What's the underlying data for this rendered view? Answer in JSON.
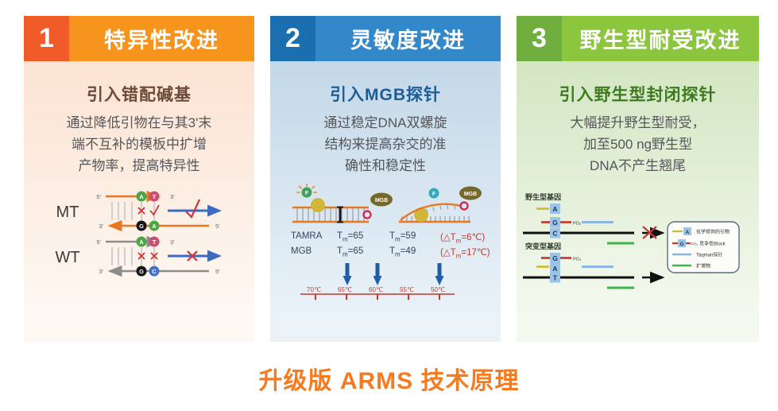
{
  "page": {
    "footer_title": "升级版 ARMS 技术原理",
    "colors": {
      "footer_title": "#F47B20",
      "panel1_number_bg": "#F15A29",
      "panel1_header": "#F7941E",
      "panel2_number_bg": "#1C6FAE",
      "panel2_header": "#3288C8",
      "panel3_number_bg": "#6FAE3F",
      "panel3_header": "#8CC63F",
      "mt_strand": "#E87722",
      "wt_strand": "#8C8C8C",
      "extension_arrow": "#3B6BC7",
      "mark_red": "#D63031",
      "taqman_blue": "#8DB4E2",
      "amplicon_green": "#3EB54A",
      "blocker_red": "#CC3327",
      "modified_primer_yellow": "#CDBB2E"
    }
  },
  "shared": {
    "five_prime": "5'",
    "three_prime": "3'",
    "bases": {
      "A": "A",
      "T": "T",
      "G": "G",
      "C": "C"
    },
    "f_label": "F",
    "mgb_label": "MGB",
    "po4_label": "PO₄"
  },
  "panel1": {
    "number": "1",
    "title": "特异性改进",
    "subtitle": "引入错配碱基",
    "desc": "通过降低引物在与其3'末\n端不互补的模板中扩增\n产物率，提高特异性",
    "diagram": {
      "mt_label": "MT",
      "wt_label": "WT"
    }
  },
  "panel2": {
    "number": "2",
    "title": "灵敏度改进",
    "subtitle": "引入MGB探针",
    "desc": "通过稳定DNA双螺旋\n结构来提高杂交的准\n确性和稳定性",
    "table": {
      "r1": {
        "label": "TAMRA",
        "c1": {
          "pre": "T",
          "sub": "m",
          "post": "=65"
        },
        "c2": {
          "pre": "T",
          "sub": "m",
          "post": "=59"
        },
        "c3": {
          "pre": "(△T",
          "sub": "m",
          "post": "=6℃)"
        }
      },
      "r2": {
        "label": "MGB",
        "c1": {
          "pre": "T",
          "sub": "m",
          "post": "=65"
        },
        "c2": {
          "pre": "T",
          "sub": "m",
          "post": "=49"
        },
        "c3": {
          "pre": "(△T",
          "sub": "m",
          "post": "=17℃)"
        }
      }
    },
    "axis": {
      "ticks": [
        "70℃",
        "65℃",
        "60℃",
        "55℃",
        "50℃"
      ]
    }
  },
  "panel3": {
    "number": "3",
    "title": "野生型耐受改进",
    "subtitle": "引入野生型封闭探针",
    "desc": "大幅提升野生型耐受，\n加至500 ng野生型\nDNA不产生翘尾",
    "diagram": {
      "wt_gene_label": "野生型基因",
      "mut_gene_label": "突变型基因",
      "legend": [
        "化学修饰的引物",
        "竞争性Block",
        "Taqman探针",
        "扩增物"
      ]
    }
  }
}
